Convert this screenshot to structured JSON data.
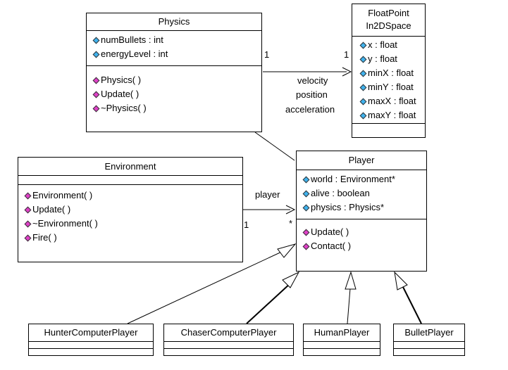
{
  "classes": {
    "physics": {
      "name": "Physics",
      "attributes": [
        "numBullets : int",
        "energyLevel : int"
      ],
      "operations": [
        "Physics( )",
        "Update( )",
        "~Physics( )"
      ]
    },
    "floatpoint": {
      "name_line1": "FloatPoint",
      "name_line2": "In2DSpace",
      "attributes": [
        "x : float",
        "y : float",
        "minX : float",
        "minY : float",
        "maxX : float",
        "maxY : float"
      ]
    },
    "environment": {
      "name": "Environment",
      "operations": [
        "Environment( )",
        "Update( )",
        "~Environment( )",
        "Fire( )"
      ]
    },
    "player": {
      "name": "Player",
      "attributes": [
        "world : Environment*",
        "alive : boolean",
        "physics : Physics*"
      ],
      "operations": [
        "Update( )",
        "Contact( )"
      ]
    },
    "hunter": {
      "name": "HunterComputerPlayer"
    },
    "chaser": {
      "name": "ChaserComputerPlayer"
    },
    "human": {
      "name": "HumanPlayer"
    },
    "bullet": {
      "name": "BulletPlayer"
    }
  },
  "associations": {
    "physics_floatpoint": {
      "labels": [
        "velocity",
        "position",
        "acceleration"
      ],
      "source_multiplicity": "1",
      "target_multiplicity": "1"
    },
    "environment_player": {
      "label": "player",
      "source_multiplicity": "1",
      "target_multiplicity": "*"
    }
  },
  "colors": {
    "attribute_icon": "#3fb3ef",
    "operation_icon": "#e040c8"
  }
}
